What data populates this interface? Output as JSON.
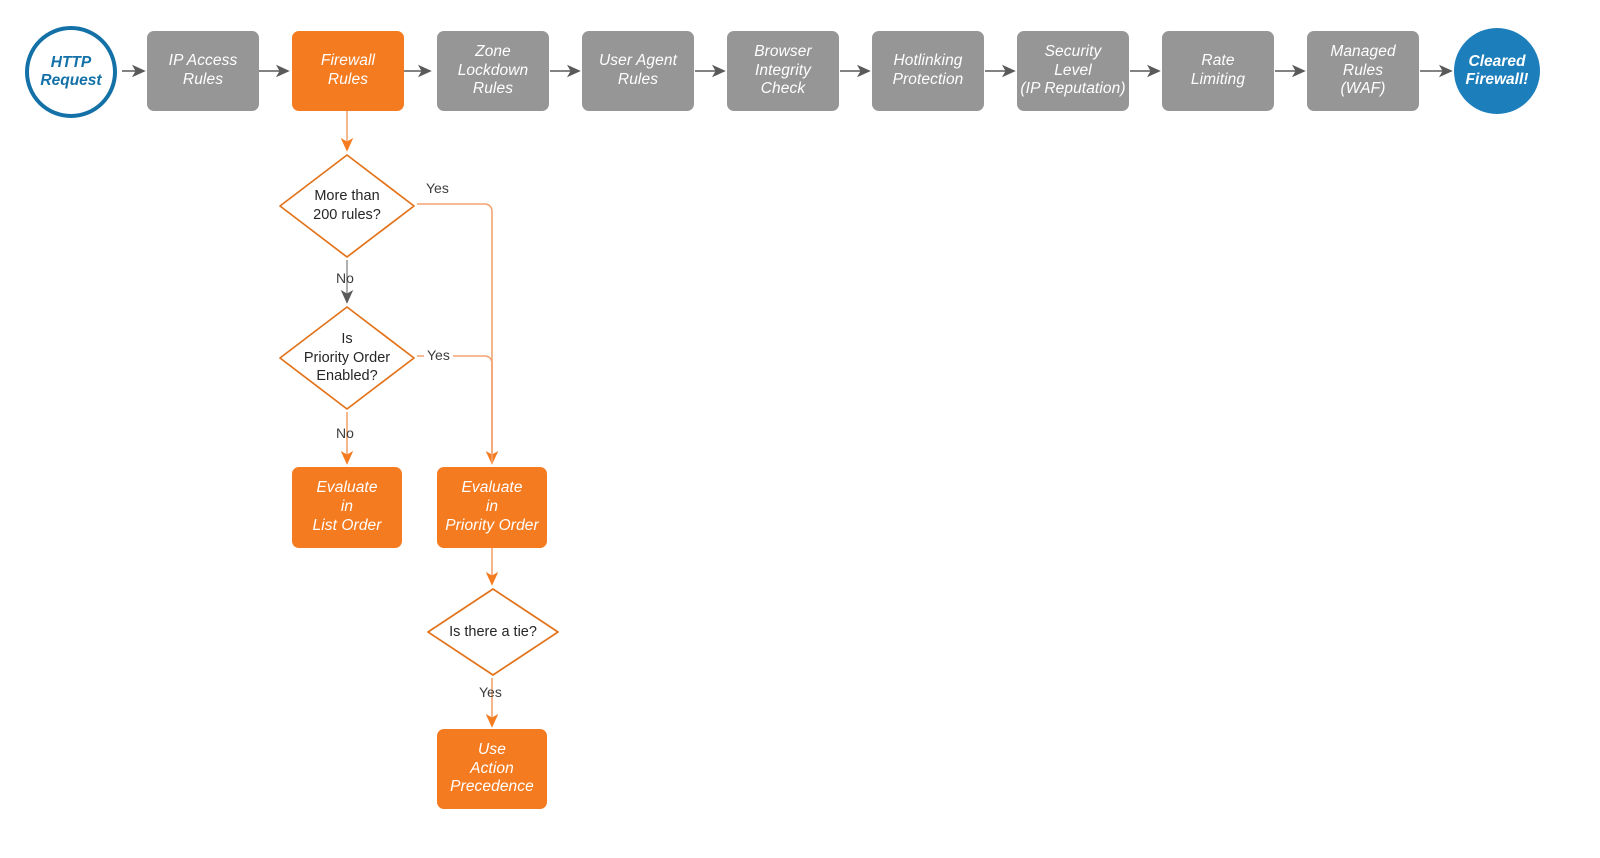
{
  "diagram": {
    "title": "Cloudflare firewall request evaluation order flowchart",
    "colors": {
      "gray_node": "#969696",
      "orange_node": "#F47B20",
      "orange_line": "#F08A4B",
      "orange_stroke": "#E2731A",
      "gray_line": "#5A5A5A",
      "blue_start": "#1371A8",
      "blue_end": "#1C7EBB",
      "background": "#FFFFFF",
      "label_text": "#3D3D3D"
    },
    "pipeline": [
      {
        "id": "http-request",
        "type": "terminator-start",
        "label": "HTTP\nRequest"
      },
      {
        "id": "ip-access-rules",
        "type": "process-gray",
        "label": "IP Access\nRules"
      },
      {
        "id": "firewall-rules",
        "type": "process-orange",
        "label": "Firewall\nRules"
      },
      {
        "id": "zone-lockdown",
        "type": "process-gray",
        "label": "Zone\nLockdown\nRules"
      },
      {
        "id": "user-agent-rules",
        "type": "process-gray",
        "label": "User Agent\nRules"
      },
      {
        "id": "browser-integrity",
        "type": "process-gray",
        "label": "Browser\nIntegrity\nCheck"
      },
      {
        "id": "hotlinking",
        "type": "process-gray",
        "label": "Hotlinking\nProtection"
      },
      {
        "id": "security-level",
        "type": "process-gray",
        "label": "Security\nLevel\n(IP Reputation)"
      },
      {
        "id": "rate-limiting",
        "type": "process-gray",
        "label": "Rate\nLimiting"
      },
      {
        "id": "managed-rules-waf",
        "type": "process-gray",
        "label": "Managed\nRules\n(WAF)"
      },
      {
        "id": "cleared-firewall",
        "type": "terminator-end",
        "label": "Cleared\nFirewall!"
      }
    ],
    "decisions": [
      {
        "id": "more-than-200-rules",
        "label": "More than\n200 rules?"
      },
      {
        "id": "is-priority-order",
        "label": "Is\nPriority Order\nEnabled?"
      },
      {
        "id": "is-there-a-tie",
        "label": "Is there a tie?"
      }
    ],
    "outcomes": [
      {
        "id": "evaluate-list-order",
        "label": "Evaluate\nin\nList Order"
      },
      {
        "id": "evaluate-priority-order",
        "label": "Evaluate\nin\nPriority Order"
      },
      {
        "id": "use-action-precedence",
        "label": "Use\nAction\nPrecedence"
      }
    ],
    "edge_labels": {
      "more_rules_yes": "Yes",
      "more_rules_no": "No",
      "priority_yes": "Yes",
      "priority_no": "No",
      "tie_yes": "Yes"
    }
  }
}
